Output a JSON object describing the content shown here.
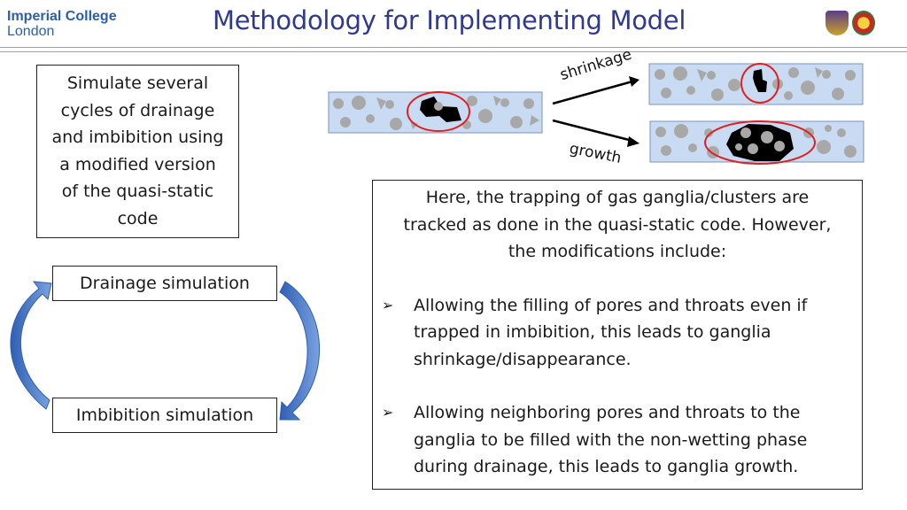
{
  "header": {
    "logo_line1": "Imperial College",
    "logo_line2": "London",
    "title": "Methodology for Implementing Model"
  },
  "intro_box": {
    "lines": [
      "Simulate several",
      "cycles of drainage",
      "and imbibition using",
      "a modified version",
      "of the quasi-static",
      "code"
    ]
  },
  "cycle": {
    "drainage": "Drainage simulation",
    "imbibition": "Imbibition simulation"
  },
  "diagram": {
    "shrinkage_label": "shrinkage",
    "growth_label": "growth"
  },
  "main_box": {
    "intro_lines": [
      "Here, the trapping of gas ganglia/clusters are",
      "tracked as done in the quasi-static code. However,",
      "the modifications include:"
    ],
    "bullets": [
      {
        "lines": [
          "Allowing the filling of pores and throats even if",
          "trapped in imbibition, this leads to ganglia",
          "shrinkage/disappearance."
        ]
      },
      {
        "lines": [
          "Allowing neighboring  pores and throats to the",
          "ganglia to be filled with the non-wetting phase",
          "during drainage, this leads to ganglia growth."
        ]
      }
    ],
    "bullet_marker": "➢"
  },
  "colors": {
    "title": "#2f3a8f",
    "logo": "#2b5fa7",
    "arrow_blue": "#4a74c6",
    "strip_fill": "#c9dbf2",
    "ellipse_red": "#e02020"
  }
}
